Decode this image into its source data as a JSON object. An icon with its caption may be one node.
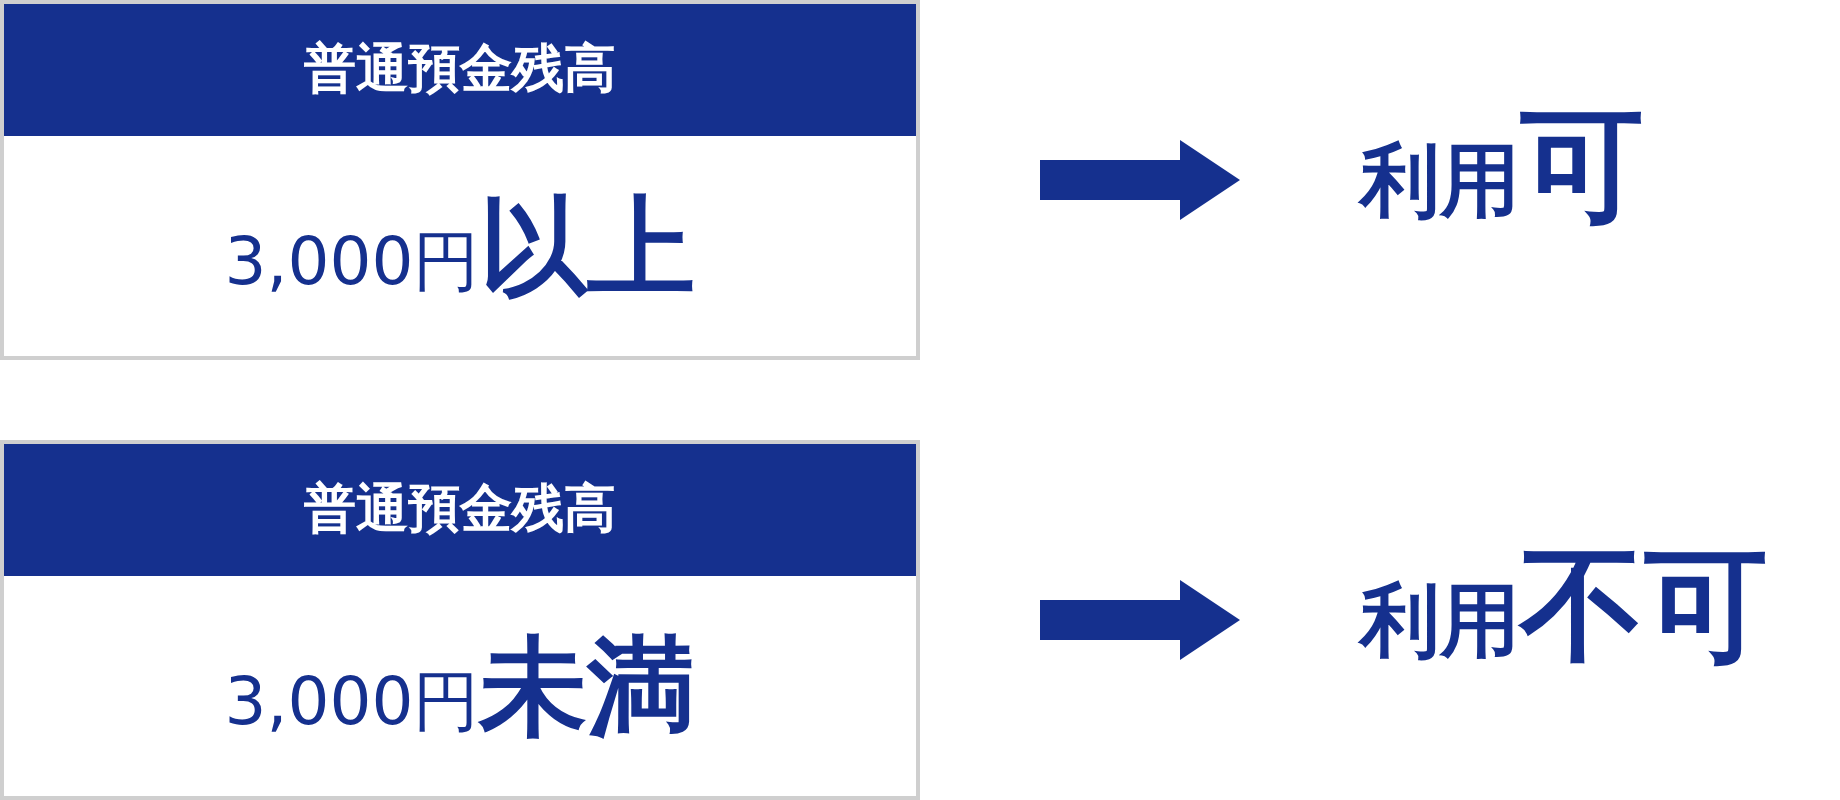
{
  "diagram": {
    "nodes": [
      {
        "text": [
          "普通預金残高",
          "3,000円**以上**"
        ]
      },
      {
        "text": [
          "利用**可**"
        ]
      },
      {
        "text": [
          "普通預金残高",
          "3,000円**未満**"
        ]
      },
      {
        "text": [
          "利用**不可**"
        ]
      }
    ],
    "edges": [
      {
        "from": 0,
        "to": 1,
        "arrow": "to"
      },
      {
        "from": 2,
        "to": 3,
        "arrow": "to"
      }
    ]
  }
}
